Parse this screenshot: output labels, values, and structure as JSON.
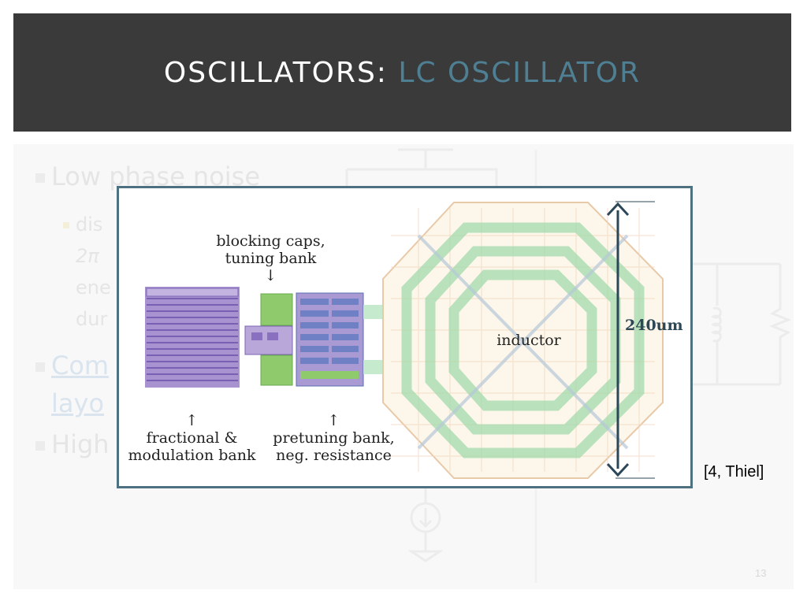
{
  "slide": {
    "title_main": "OSCILLATORS: ",
    "title_accent": "LC OSCILLATOR",
    "page_number": "13"
  },
  "background_bullets": {
    "b1": "Low phase noise",
    "b2_line1": "dis",
    "b2_line2": "2π",
    "b2_line3": "ene",
    "b2_line4": "dur",
    "b3_line1": "Com",
    "b3_line2": "layo",
    "b4": "High"
  },
  "figure": {
    "label_blocking_caps": "blocking caps,\ntuning bank",
    "label_fractional": "↑\nfractional &\nmodulation bank",
    "label_pretuning": "↑\npretuning bank,\nneg. resistance",
    "label_inductor": "inductor",
    "label_dimension": "240um",
    "arrow_down": "↓"
  },
  "citation": "[4, Thiel]",
  "colors": {
    "header_bg": "#3a3a3a",
    "title_accent": "#4f7f93",
    "figure_border": "#4d7181",
    "dimension_arrow": "#2c4757"
  }
}
